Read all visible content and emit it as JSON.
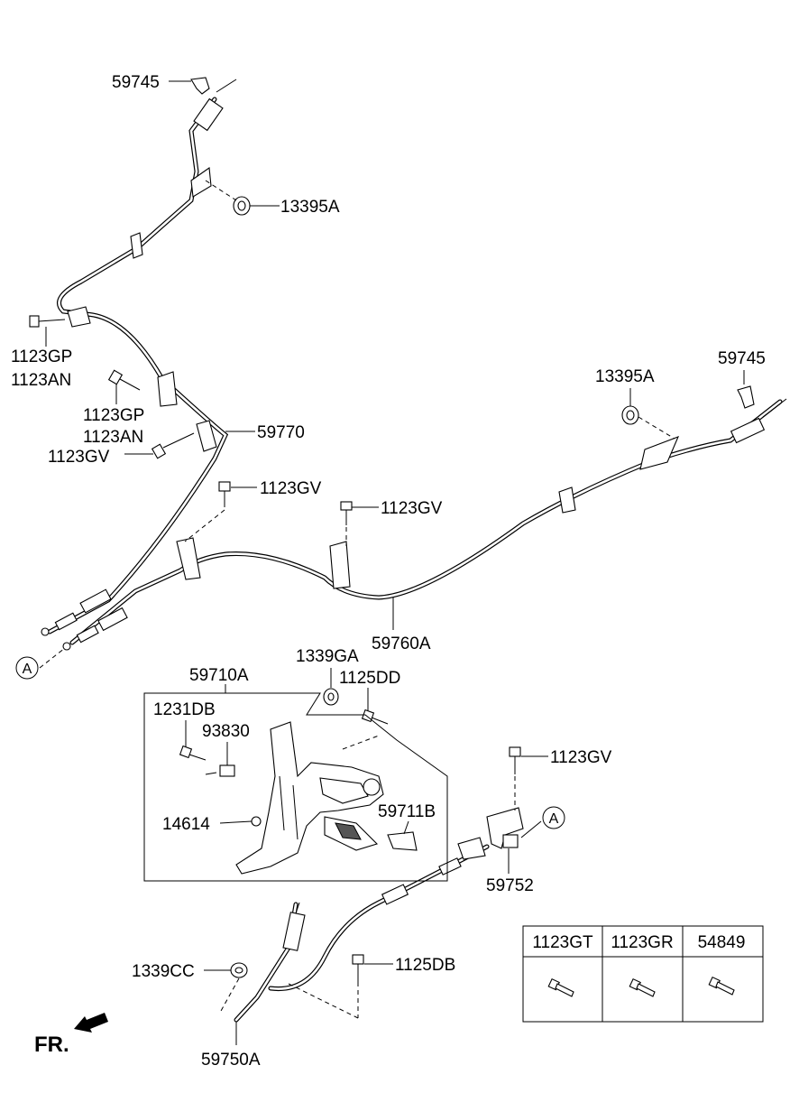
{
  "labels": {
    "l59745_top": "59745",
    "l13395a_top": "13395A",
    "l1123gp_1": "1123GP",
    "l1123an_1": "1123AN",
    "l1123gp_2": "1123GP",
    "l1123an_2": "1123AN",
    "l1123gv_left": "1123GV",
    "l59770": "59770",
    "l1123gv_center1": "1123GV",
    "l1123gv_center2": "1123GV",
    "l13395a_right": "13395A",
    "l59745_right": "59745",
    "l59760a": "59760A",
    "l1339ga": "1339GA",
    "l1125dd": "1125DD",
    "l59710a": "59710A",
    "l1231db": "1231DB",
    "l93830": "93830",
    "l14614": "14614",
    "l59711b": "59711B",
    "l1123gv_right": "1123GV",
    "l59752": "59752",
    "l1339cc": "1339CC",
    "l1125db": "1125DB",
    "l59750a": "59750A",
    "fr": "FR."
  },
  "ref_marks": {
    "left": "A",
    "right": "A"
  },
  "table": {
    "headers": [
      "1123GT",
      "1123GR",
      "54849"
    ]
  }
}
